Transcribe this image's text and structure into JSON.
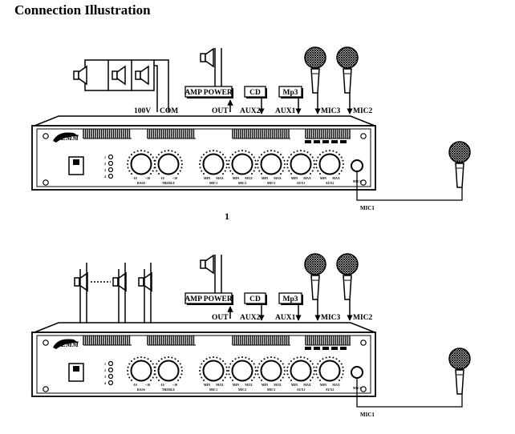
{
  "title": "Connection Illustration",
  "diagrams": [
    {
      "figure_number": "1",
      "speaker_terminals": [
        "100V",
        "COM"
      ],
      "out_label": "OUT",
      "amp_power_label": "AMP POWER",
      "source_devices": [
        "CD",
        "Mp3"
      ],
      "source_inputs": [
        "AUX2",
        "AUX1"
      ],
      "mic_inputs": [
        "MIC3",
        "MIC2"
      ],
      "front_mic_label": "MIC1"
    },
    {
      "figure_number": "",
      "speaker_terminals": [
        "",
        ""
      ],
      "out_label": "OUT",
      "amp_power_label": "AMP POWER",
      "source_devices": [
        "CD",
        "Mp3"
      ],
      "source_inputs": [
        "AUX2",
        "AUX1"
      ],
      "mic_inputs": [
        "MIC3",
        "MIC2"
      ],
      "front_mic_label": "MIC1"
    }
  ],
  "amplifier_panel": {
    "brand": "EMM",
    "zone_leds": [
      "1",
      "2",
      "3",
      "4"
    ],
    "knob_marks": [
      "-10",
      "+10",
      "MIN",
      "MAX"
    ],
    "knob_labels": [
      "BASS",
      "TREBLE",
      "MIC1",
      "MIC2",
      "MIC3",
      "AUX1",
      "AUX2"
    ],
    "front_jack_label": "MIC1"
  }
}
